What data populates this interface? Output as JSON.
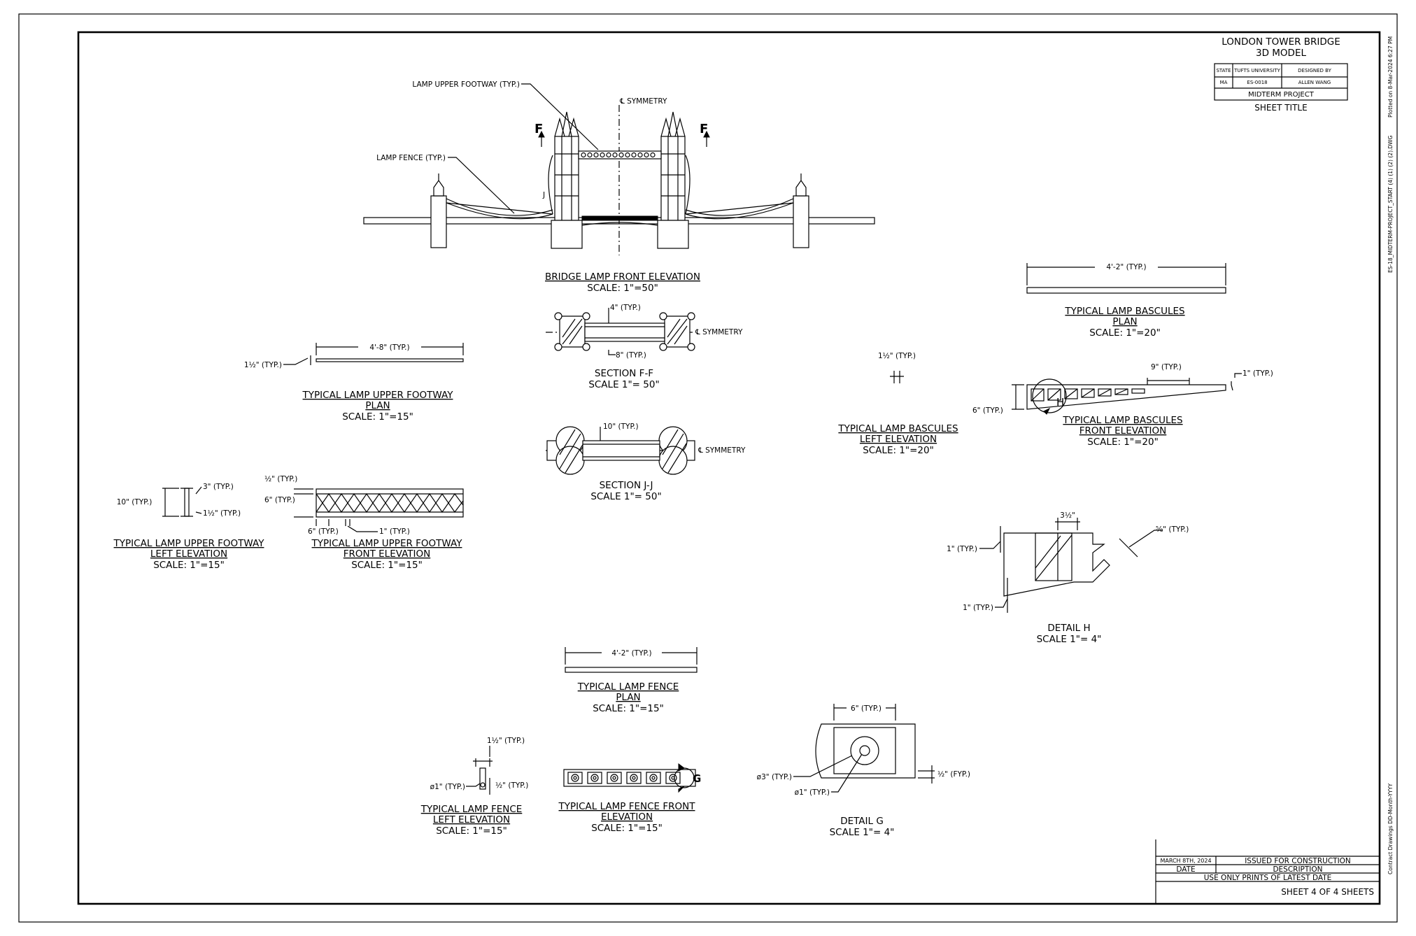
{
  "title_block": {
    "project_line1": "LONDON TOWER BRIDGE",
    "project_line2": "3D MODEL",
    "row1": [
      "STATE",
      "TUFTS UNIVERSITY",
      "DESIGNED BY"
    ],
    "row2": [
      "MA",
      "ES-0018",
      "ALLEN WANG"
    ],
    "midterm": "MIDTERM PROJECT",
    "sheet_title_label": "SHEET TITLE"
  },
  "side_text": {
    "plotted": "Plotted on 8-Mar-2024 6:27 PM",
    "file": "ES-18_MIDTERM-PROJECT_START (4) (1) (2) (2).DWG",
    "contract": "Contract Drawings DD-Month-YYYY"
  },
  "revision_block": {
    "date_value": "MARCH 8TH, 2024",
    "desc_value": "ISSUED FOR CONSTRUCTION",
    "date_label": "DATE",
    "desc_label": "DESCRIPTION",
    "note": "USE ONLY PRINTS OF LATEST DATE",
    "sheet": "SHEET 4 OF 4 SHEETS"
  },
  "front_elevation": {
    "lamp_upper_footway": "LAMP UPPER FOOTWAY (TYP.)",
    "lamp_fence": "LAMP FENCE (TYP.)",
    "symmetry": "℄ SYMMETRY",
    "cut_left": "F",
    "cut_right": "F",
    "cut_j": "J",
    "title": "BRIDGE LAMP FRONT ELEVATION",
    "scale": "SCALE: 1\"=50\""
  },
  "section_ff": {
    "dim_top": "4\" (TYP.)",
    "dim_bottom": "8\" (TYP.)",
    "symmetry": "℄ SYMMETRY",
    "title": "SECTION F-F",
    "scale": "SCALE 1\"= 50\""
  },
  "section_jj": {
    "dim_top": "10\" (TYP.)",
    "symmetry": "℄ SYMMETRY",
    "title": "SECTION J-J",
    "scale": "SCALE 1\"= 50\""
  },
  "upper_footway_plan": {
    "dim_len": "4'-8\" (TYP.)",
    "dim_thk": "1½\" (TYP.)",
    "title1": "TYPICAL LAMP UPPER FOOTWAY",
    "title2": "PLAN",
    "scale": "SCALE: 1\"=15\""
  },
  "upper_footway_left": {
    "dim_height": "10\" (TYP.)",
    "dim_top": "3\" (TYP.)",
    "dim_bot": "1½\" (TYP.)",
    "title1": "TYPICAL LAMP UPPER FOOTWAY",
    "title2": "LEFT ELEVATION",
    "scale": "SCALE: 1\"=15\""
  },
  "upper_footway_front": {
    "dim_half": "½\" (TYP.)",
    "dim_six": "6\" (TYP.)",
    "dim_six_b": "6\" (TYP.)",
    "dim_one": "1\" (TYP.)",
    "title1": "TYPICAL LAMP UPPER FOOTWAY",
    "title2": "FRONT ELEVATION",
    "scale": "SCALE: 1\"=15\""
  },
  "bascules_plan": {
    "dim_len": "4'-2\" (TYP.)",
    "title1": "TYPICAL LAMP BASCULES",
    "title2": "PLAN",
    "scale": "SCALE: 1\"=20\""
  },
  "bascules_left": {
    "dim": "1½\" (TYP.)",
    "title1": "TYPICAL LAMP BASCULES",
    "title2": "LEFT ELEVATION",
    "scale": "SCALE: 1\"=20\""
  },
  "bascules_front": {
    "dim_nine": "9\" (TYP.)",
    "dim_one": "1\" (TYP.)",
    "dim_six": "6\" (TYP.)",
    "cut_h": "H",
    "title1": "TYPICAL LAMP BASCULES",
    "title2": "FRONT ELEVATION",
    "scale": "SCALE: 1\"=20\""
  },
  "detail_h": {
    "dim_top": "3½\"",
    "dim_right": "⅝\" (TYP.)",
    "dim_left_top": "1\" (TYP.)",
    "dim_left_bot": "1\" (TYP.)",
    "title": "DETAIL H",
    "scale": "SCALE 1\"= 4\""
  },
  "fence_plan": {
    "dim_len": "4'-2\" (TYP.)",
    "title1": "TYPICAL LAMP FENCE",
    "title2": "PLAN",
    "scale": "SCALE: 1\"=15\""
  },
  "fence_left": {
    "dim_top": "1½\" (TYP.)",
    "dim_dia": "ø1\" (TYP.)",
    "dim_half": "½\" (TYP.)",
    "title1": "TYPICAL LAMP FENCE",
    "title2": "LEFT ELEVATION",
    "scale": "SCALE: 1\"=15\""
  },
  "fence_front": {
    "cut_g": "G",
    "title1": "TYPICAL LAMP FENCE FRONT",
    "title2": "ELEVATION",
    "scale": "SCALE: 1\"=15\""
  },
  "detail_g": {
    "dim_top": "6\" (TYP.)",
    "dim_d3": "ø3\" (TYP.)",
    "dim_d1": "ø1\" (TYP.)",
    "dim_half": "½\" (FYP.)",
    "title": "DETAIL G",
    "scale": "SCALE 1\"= 4\""
  }
}
